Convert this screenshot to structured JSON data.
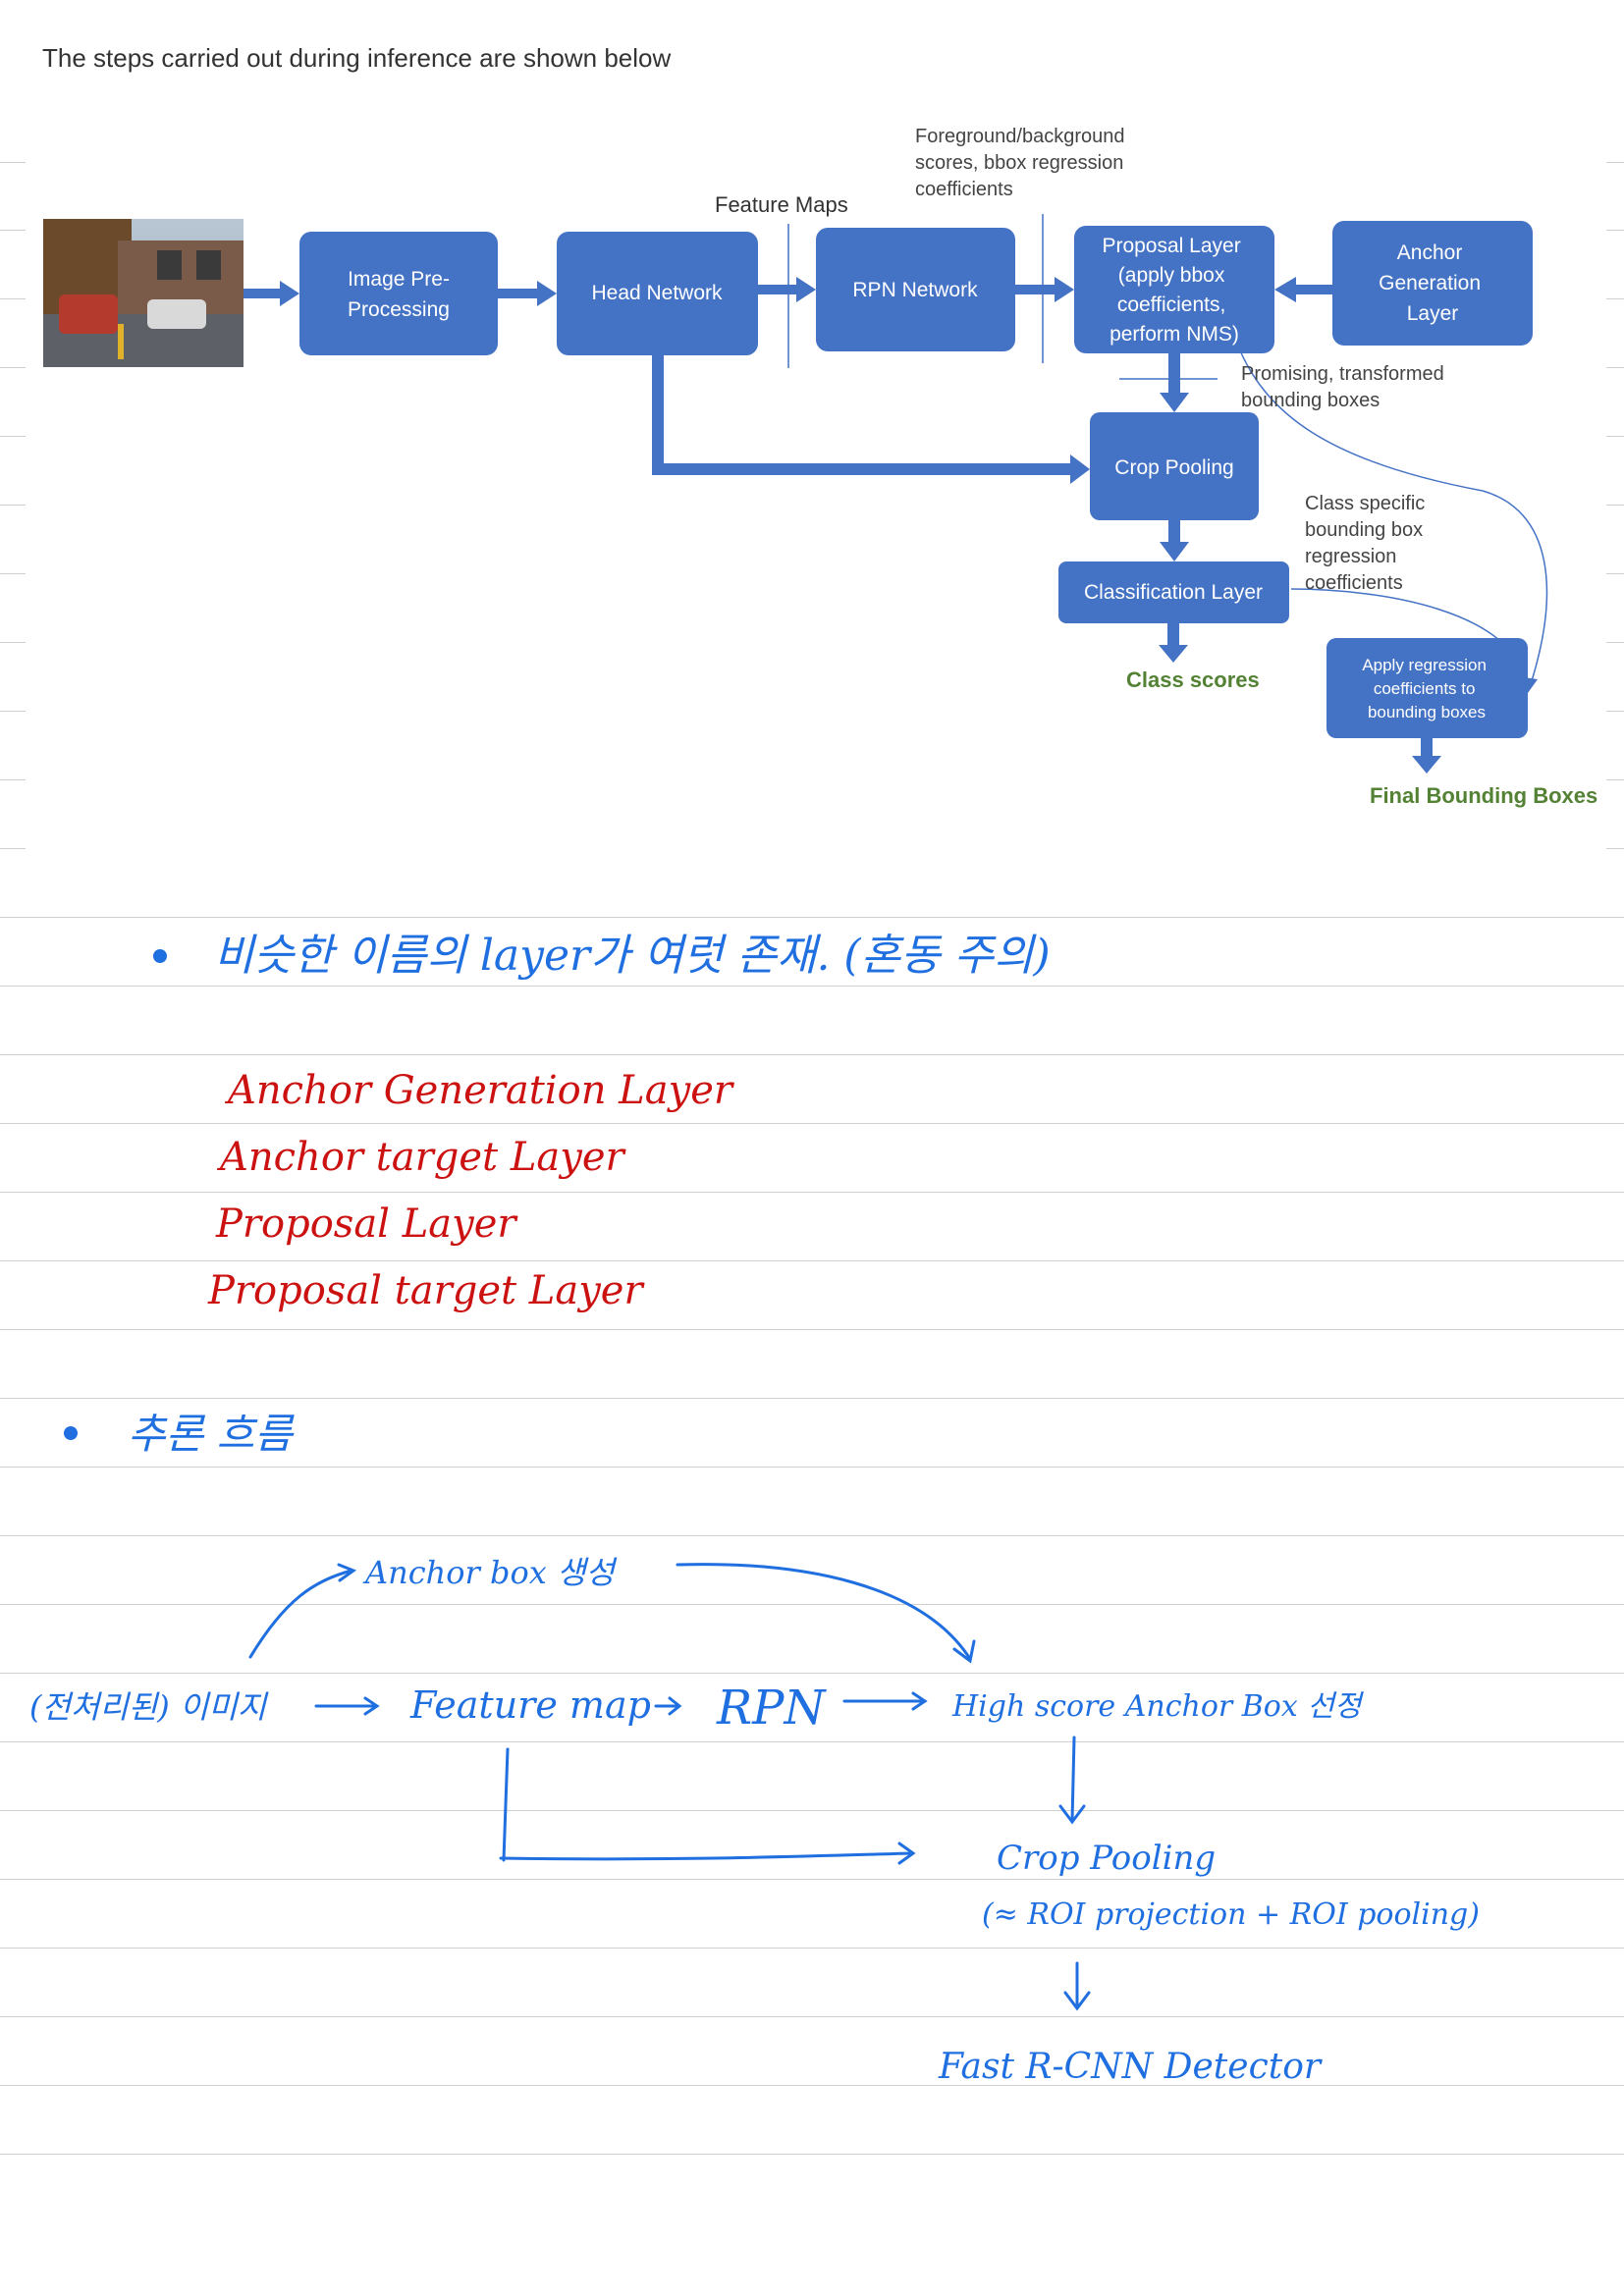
{
  "intro": "The steps carried out during inference are shown below",
  "diagram": {
    "boxes": {
      "image_preprocessing": "Image Pre-|Processing",
      "head_network": "Head Network",
      "rpn_network": "RPN Network",
      "proposal_layer": "Proposal Layer|(apply bbox|coefficients,|perform NMS)",
      "anchor_generation": "Anchor|Generation|Layer",
      "crop_pooling": "Crop Pooling",
      "classification_layer": "Classification Layer",
      "apply_regression": "Apply regression|coefficients to|bounding boxes"
    },
    "labels": {
      "feature_maps": "Feature Maps",
      "fg_bg": "Foreground/background|scores, bbox regression|coefficients",
      "promising": "Promising, transformed|bounding boxes",
      "class_specific": "Class specific|bounding box|regression|coefficients",
      "class_scores": "Class scores",
      "final_boxes": "Final Bounding Boxes"
    }
  },
  "notes": {
    "bullet1": "비슷한 이름의 layer가 여럿 존재. (혼동 주의)",
    "layers": [
      "Anchor Generation Layer",
      "Anchor target Layer",
      "Proposal Layer",
      "Proposal target Layer"
    ],
    "bullet2": "추론 흐름",
    "flow": {
      "anchor_box": "Anchor box 생성",
      "image": "(전처리된) 이미지",
      "feature_map": "Feature map",
      "rpn": "RPN",
      "high_score": "High score Anchor Box 선정",
      "crop_pooling": "Crop Pooling",
      "roi": "(≈ ROI projection + ROI pooling)",
      "fast_rcnn": "Fast R-CNN Detector"
    }
  },
  "colors": {
    "box": "#4472c4",
    "green": "#548235",
    "blue_ink": "#1f6fe0",
    "red_ink": "#cc1111"
  }
}
